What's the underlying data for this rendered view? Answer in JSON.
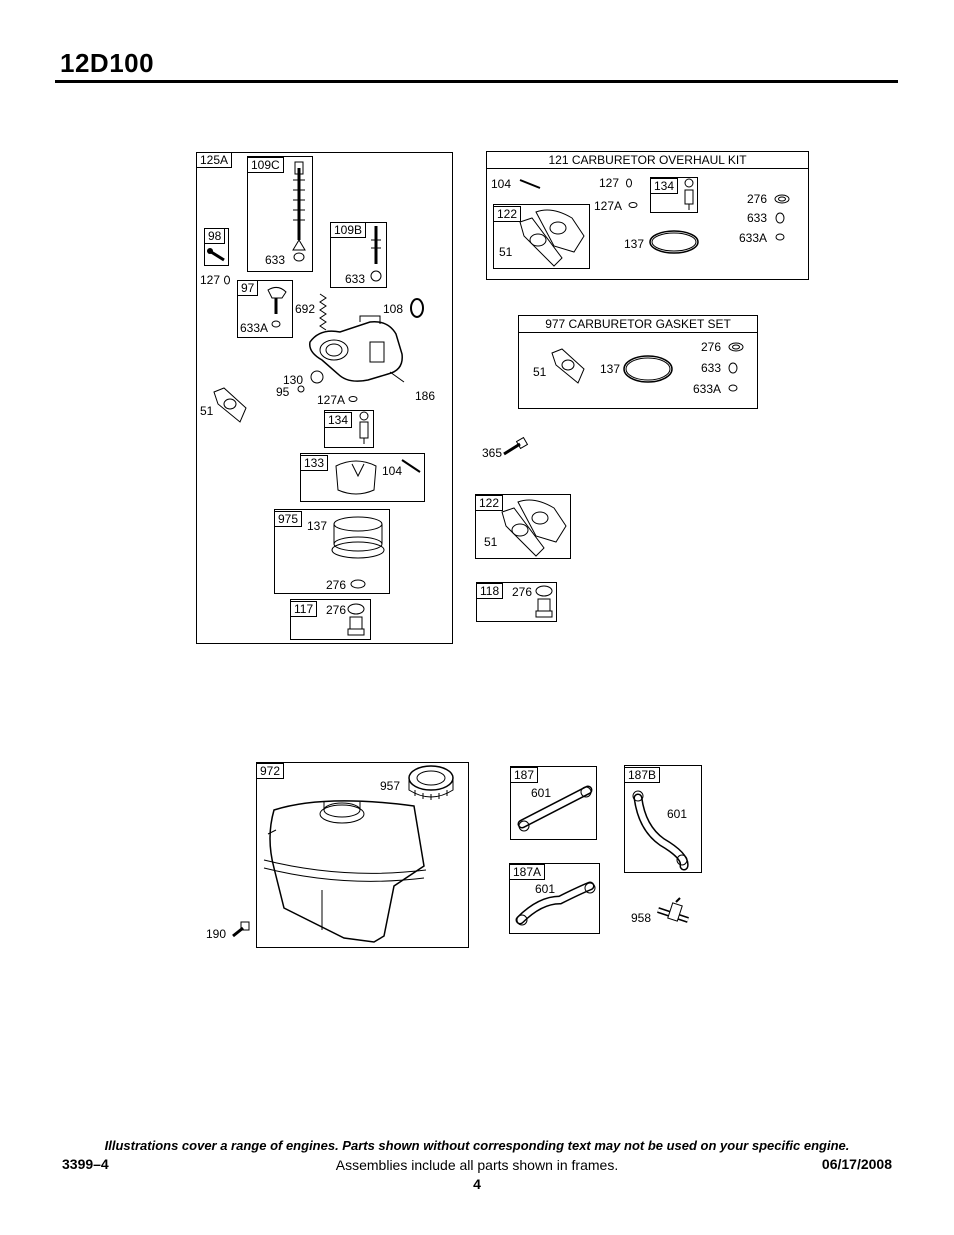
{
  "header": {
    "model": "12D100"
  },
  "carb_assembly": {
    "frame_tag": "125A",
    "tag_109c": "109C",
    "tag_98": "98",
    "tag_109b": "109B",
    "tag_97": "97",
    "tag_134": "134",
    "tag_133": "133",
    "tag_975": "975",
    "tag_117": "117",
    "l_633_a": "633",
    "l_633_b": "633",
    "l_127": "127",
    "l_692": "692",
    "l_108": "108",
    "l_633a": "633A",
    "l_130": "130",
    "l_95": "95",
    "l_127a": "127A",
    "l_186": "186",
    "l_51": "51",
    "l_104": "104",
    "l_137": "137",
    "l_276_a": "276",
    "l_276_b": "276"
  },
  "overhaul_kit": {
    "title": "121 CARBURETOR OVERHAUL KIT",
    "tag_134": "134",
    "tag_122": "122",
    "l_104": "104",
    "l_127": "127",
    "l_127a": "127A",
    "l_51": "51",
    "l_137": "137",
    "l_276": "276",
    "l_633": "633",
    "l_633a": "633A"
  },
  "gasket_set": {
    "title": "977 CARBURETOR GASKET SET",
    "l_51": "51",
    "l_137": "137",
    "l_276": "276",
    "l_633": "633",
    "l_633a": "633A"
  },
  "loose_parts": {
    "l_365": "365",
    "tag_122": "122",
    "l_51": "51",
    "tag_118": "118",
    "l_276": "276"
  },
  "fuel_tank": {
    "tag_972": "972",
    "l_957": "957",
    "l_190": "190"
  },
  "fuel_lines": {
    "tag_187": "187",
    "l_601_a": "601",
    "tag_187a": "187A",
    "l_601_b": "601",
    "tag_187b": "187B",
    "l_601_c": "601",
    "l_958": "958"
  },
  "footer": {
    "disclaimer": "Illustrations cover a range of engines. Parts shown without corresponding text may not be used on your specific engine.",
    "doc_number": "3399–4",
    "assemblies_note": "Assemblies include all parts shown in frames.",
    "date": "06/17/2008",
    "page_number": "4"
  }
}
